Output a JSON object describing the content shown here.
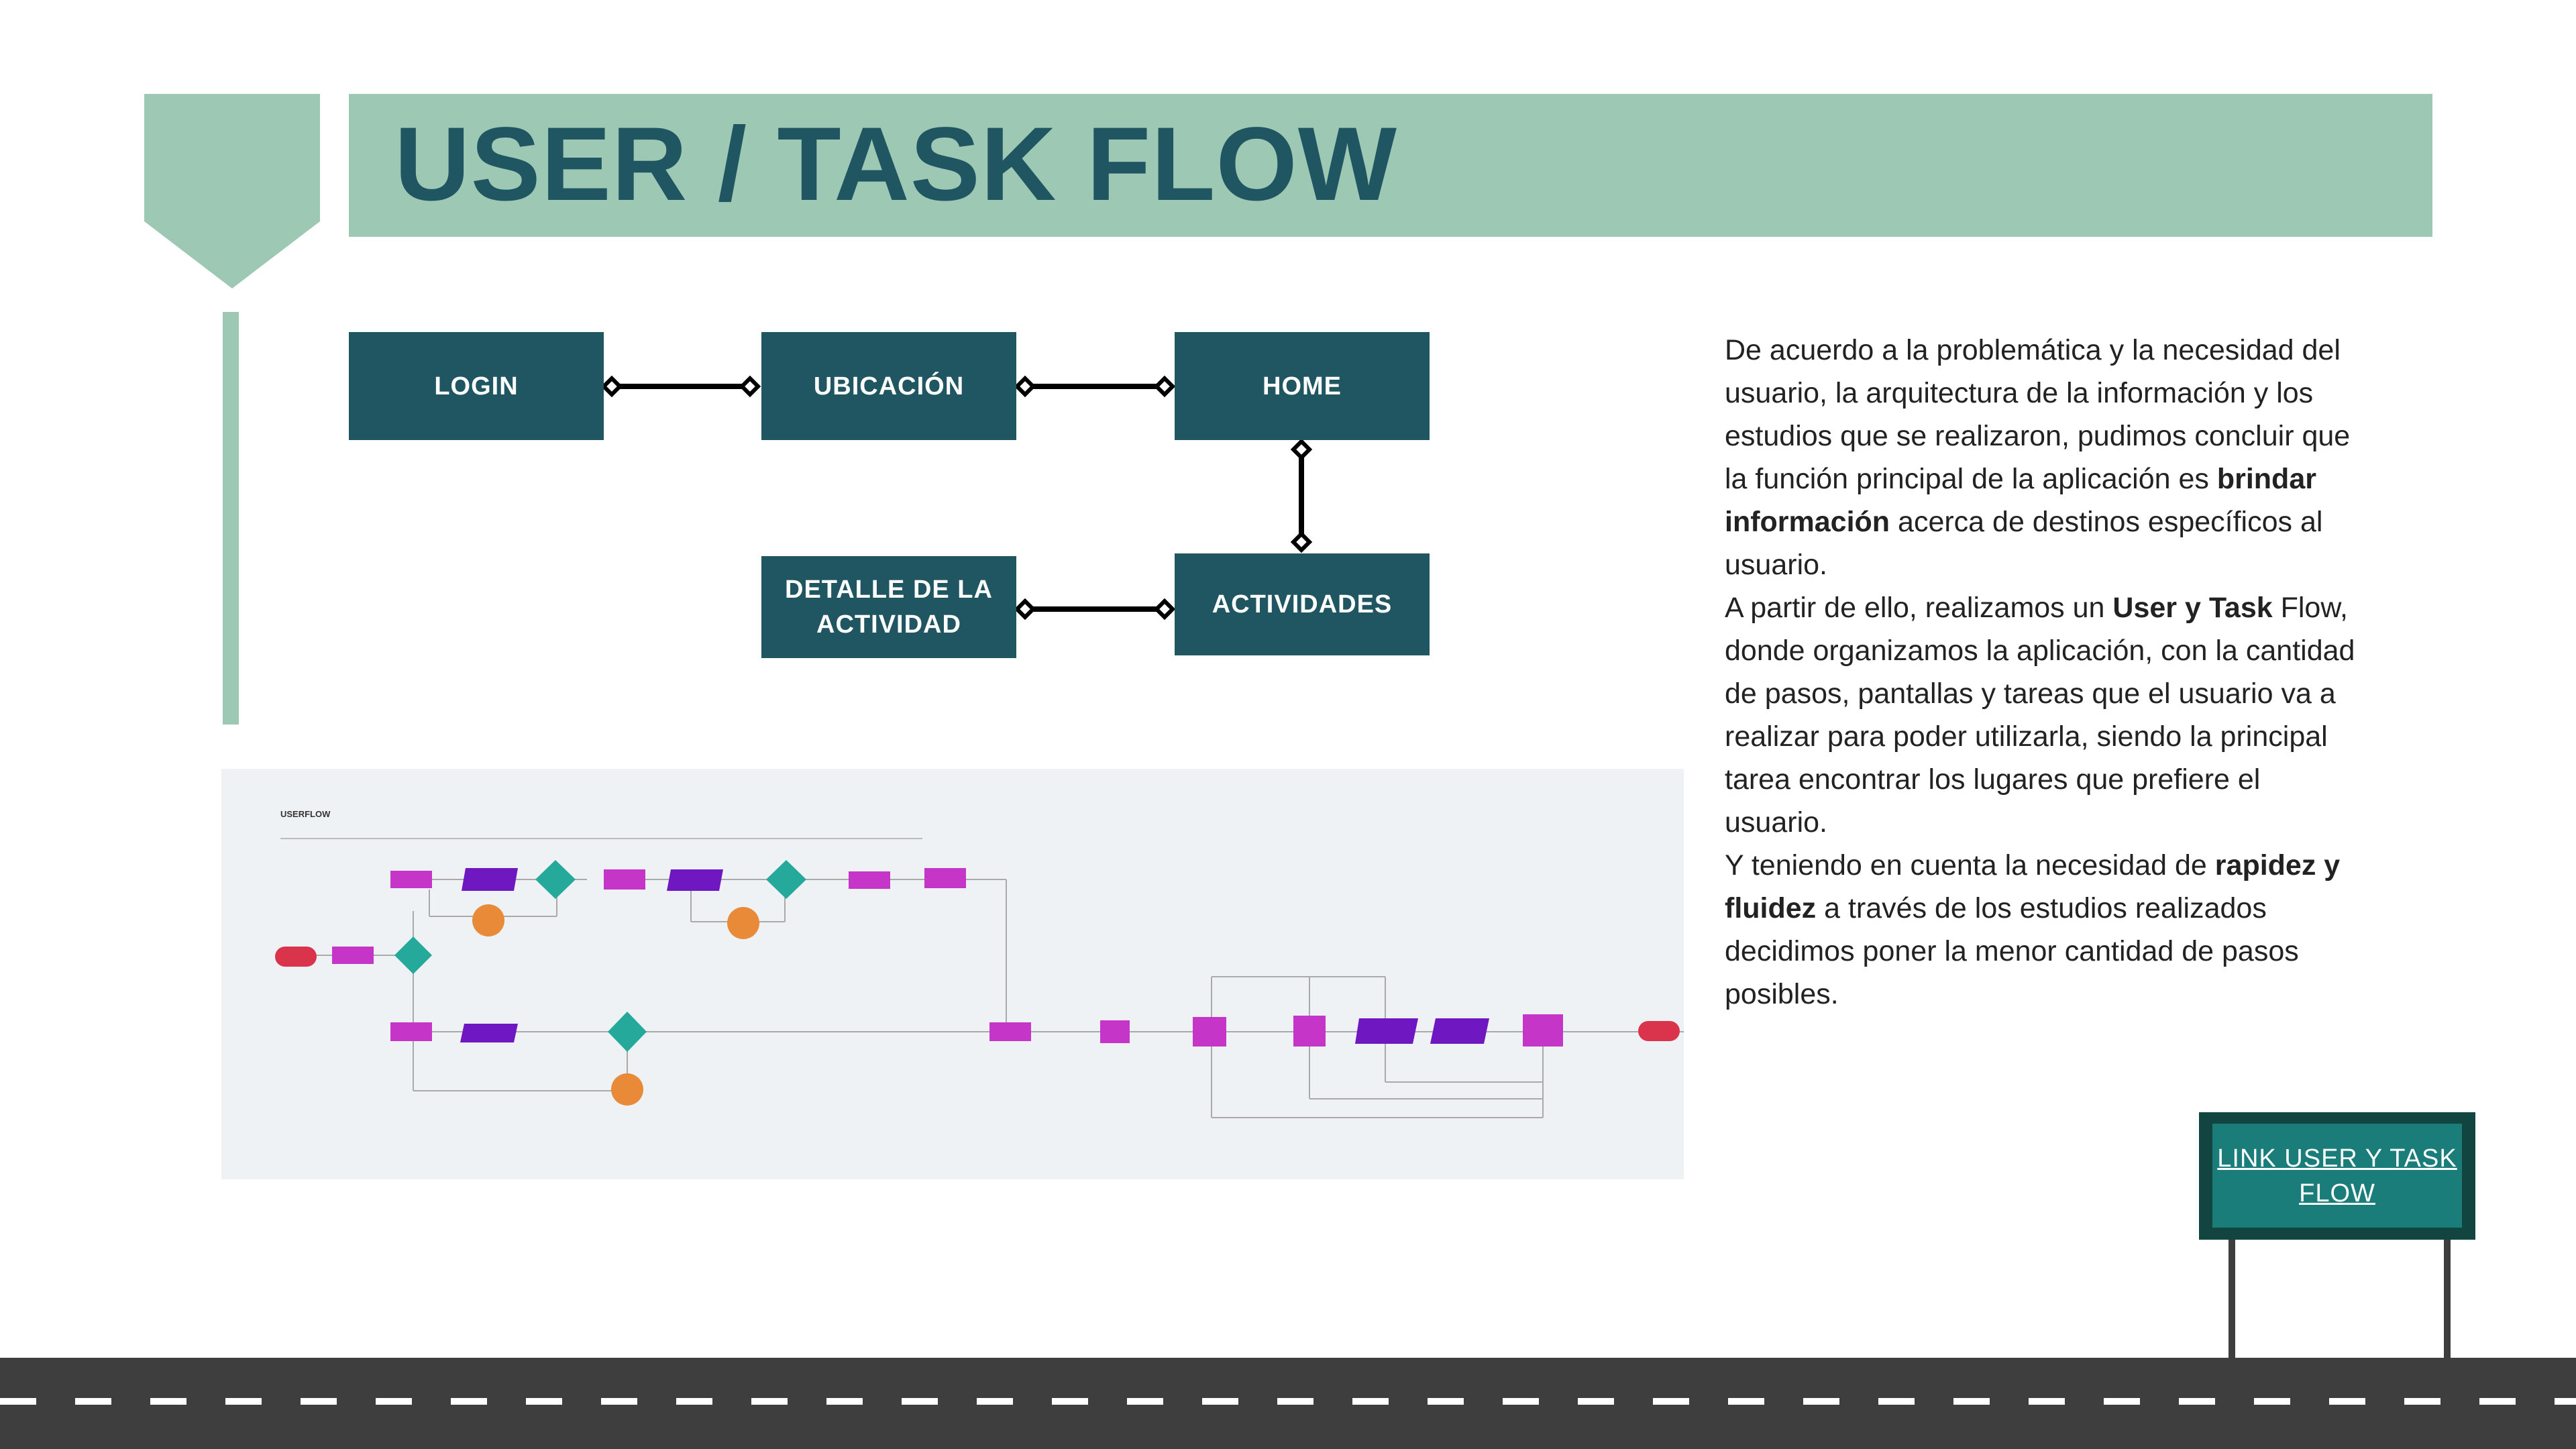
{
  "title": "USER / TASK FLOW",
  "colors": {
    "banner": "#9dc8b4",
    "node": "#1f5661",
    "title_text": "#1f5661",
    "sign": "#124440",
    "sign_inner": "#1b7d79",
    "road": "#3e3e3e"
  },
  "flow": {
    "nodes": [
      "LOGIN",
      "UBICACIÓN",
      "HOME",
      "ACTIVIDADES",
      "DETALLE DE LA ACTIVIDAD"
    ],
    "links": [
      [
        "LOGIN",
        "UBICACIÓN"
      ],
      [
        "UBICACIÓN",
        "HOME"
      ],
      [
        "HOME",
        "ACTIVIDADES"
      ],
      [
        "ACTIVIDADES",
        "DETALLE DE LA ACTIVIDAD"
      ]
    ]
  },
  "userflow_image": {
    "title": "USERFLOW"
  },
  "description": {
    "p1_before": "De acuerdo a la problemática y la necesidad del usuario, la arquitectura de la información y los estudios que se realizaron, pudimos concluir que la función principal de la aplicación es ",
    "p1_bold": "brindar información",
    "p1_after": " acerca de destinos específicos al usuario.",
    "p2_before": "A partir de ello, realizamos un ",
    "p2_bold": "User y Task",
    "p2_after": " Flow, donde organizamos la aplicación, con la cantidad de pasos, pantallas y tareas que el usuario va a realizar para poder utilizarla, siendo la principal tarea encontrar los lugares que prefiere el usuario.",
    "p3_before": "Y teniendo en cuenta la necesidad de ",
    "p3_bold": "rapidez y fluidez",
    "p3_after": " a través de los estudios realizados decidimos poner la menor cantidad de pasos posibles."
  },
  "link_button": {
    "label": "LINK USER Y TASK FLOW"
  }
}
